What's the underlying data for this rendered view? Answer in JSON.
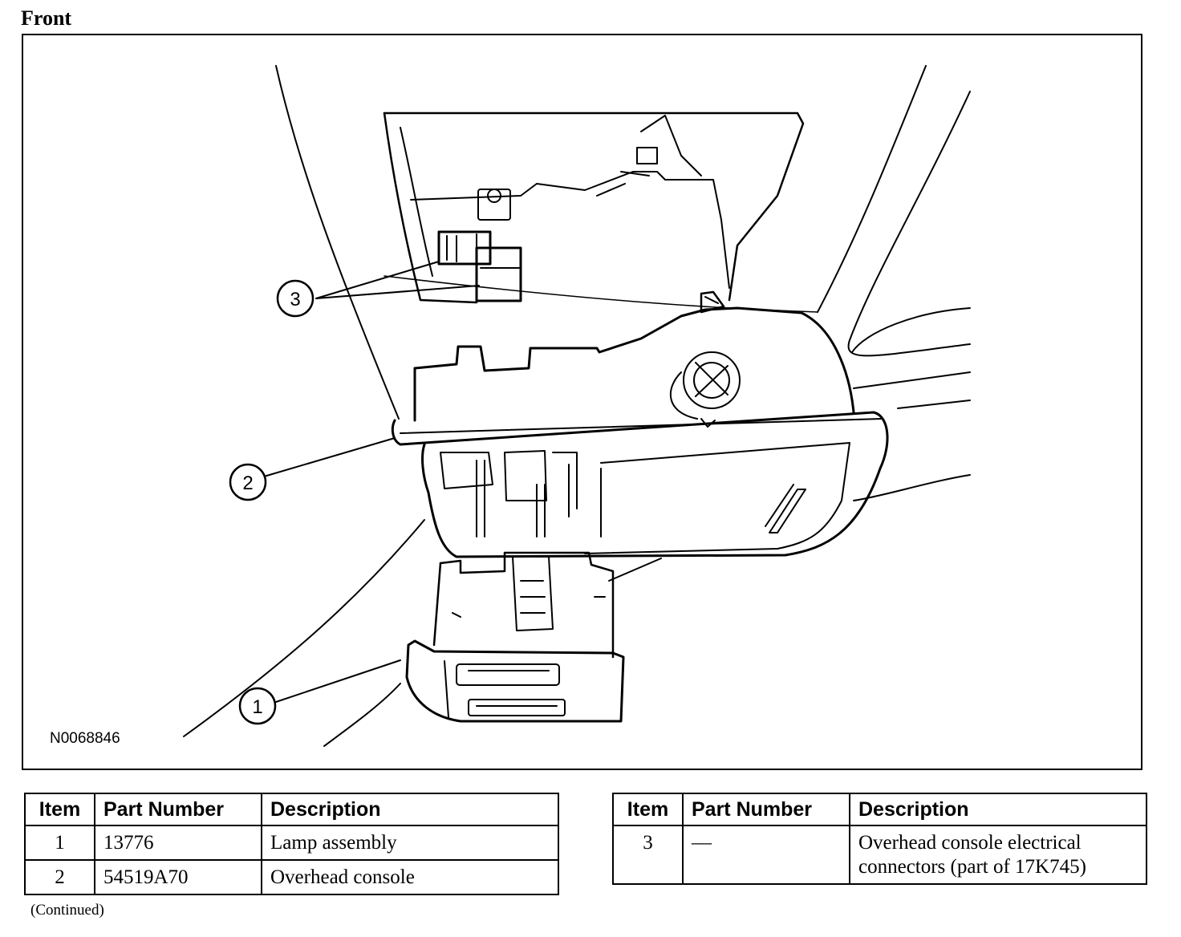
{
  "heading": "Front",
  "figure": {
    "id": "N0068846",
    "callouts": [
      "1",
      "2",
      "3"
    ]
  },
  "tables": [
    {
      "headers": [
        "Item",
        "Part Number",
        "Description"
      ],
      "rows": [
        {
          "item": "1",
          "part_number": "13776",
          "description": "Lamp assembly"
        },
        {
          "item": "2",
          "part_number": "54519A70",
          "description": "Overhead console"
        }
      ]
    },
    {
      "headers": [
        "Item",
        "Part Number",
        "Description"
      ],
      "rows": [
        {
          "item": "3",
          "part_number": "—",
          "description": "Overhead console electrical connectors (part of 17K745)"
        }
      ]
    }
  ],
  "footer": "(Continued)"
}
